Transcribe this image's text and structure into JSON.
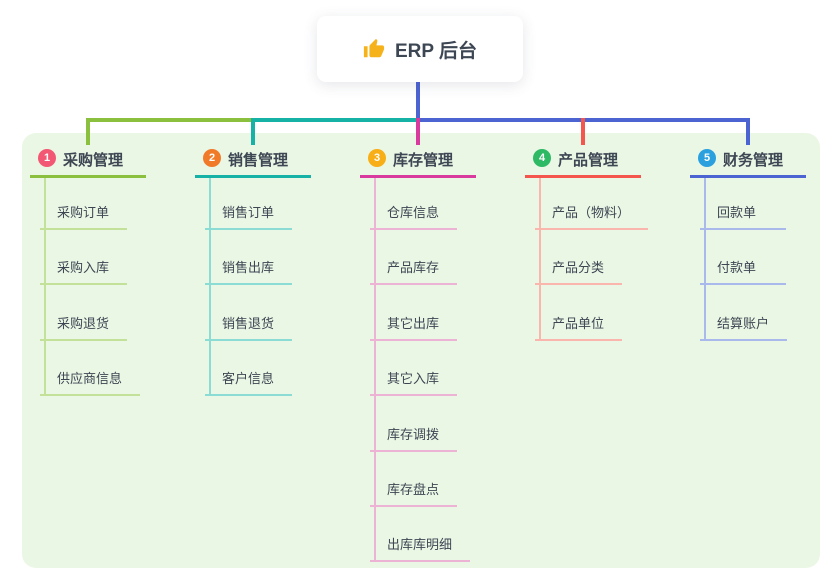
{
  "root": {
    "label": "ERP 后台",
    "icon": "thumbs-up-icon"
  },
  "colors": {
    "page_bg": "#ffffff",
    "panel_bg": "#ebf7e5",
    "text": "#3d4653",
    "icon_gold": "#f6b21b"
  },
  "branches": [
    {
      "index": "1",
      "label": "采购管理",
      "badge_color": "#f25873",
      "line_color": "#8bc03e",
      "tint_color": "#c3e198",
      "children": [
        "采购订单",
        "采购入库",
        "采购退货",
        "供应商信息"
      ]
    },
    {
      "index": "2",
      "label": "销售管理",
      "badge_color": "#f07a28",
      "line_color": "#16b2a5",
      "tint_color": "#8adcd4",
      "children": [
        "销售订单",
        "销售出库",
        "销售退货",
        "客户信息"
      ]
    },
    {
      "index": "3",
      "label": "库存管理",
      "badge_color": "#f8ae17",
      "line_color": "#d83a9d",
      "tint_color": "#ecb3d5",
      "children": [
        "仓库信息",
        "产品库存",
        "其它出库",
        "其它入库",
        "库存调拨",
        "库存盘点",
        "出库库明细"
      ]
    },
    {
      "index": "4",
      "label": "产品管理",
      "badge_color": "#2eb965",
      "line_color": "#f4564d",
      "tint_color": "#fab5ad",
      "children": [
        "产品（物料）",
        "产品分类",
        "产品单位"
      ]
    },
    {
      "index": "5",
      "label": "财务管理",
      "badge_color": "#2aa0de",
      "line_color": "#4c63d2",
      "tint_color": "#a9b9ec",
      "children": [
        "回款单",
        "付款单",
        "结算账户"
      ]
    }
  ]
}
